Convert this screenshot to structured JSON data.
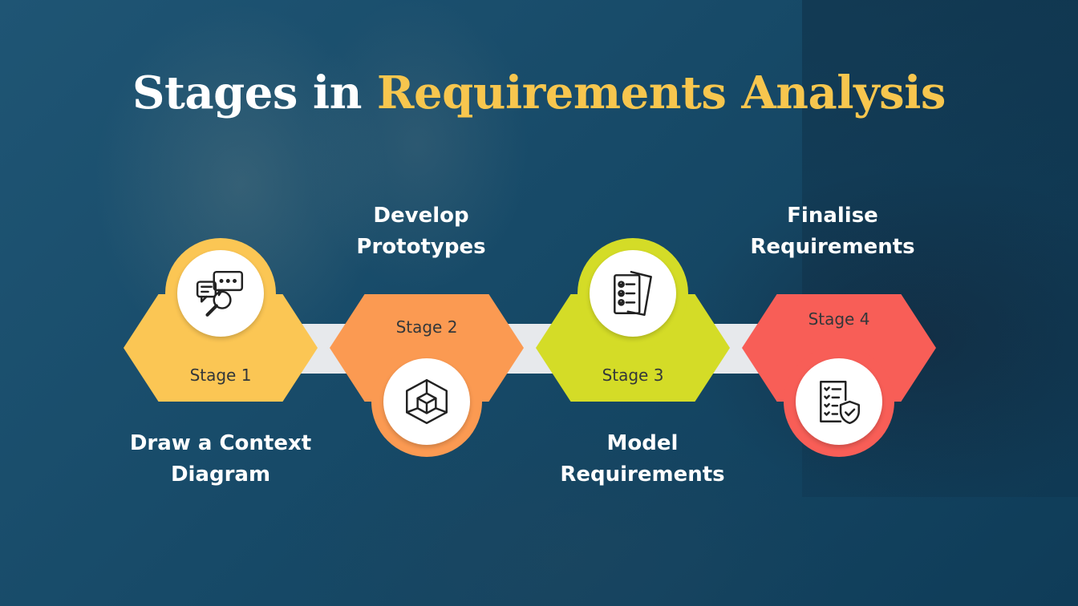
{
  "title": {
    "part1": "Stages in",
    "part2": "Requirements Analysis"
  },
  "colors": {
    "background": "#1a4a66",
    "title_highlight": "#f7c64e",
    "connector": "#e7e9ec",
    "stage1": "#fbc654",
    "stage2": "#fb9a52",
    "stage3": "#d4dc27",
    "stage4": "#f85e57"
  },
  "stages": [
    {
      "stage": "Stage 1",
      "lines": [
        "Draw a Context",
        "Diagram"
      ],
      "icon": "chat-search-icon"
    },
    {
      "stage": "Stage 2",
      "lines": [
        "Develop",
        "Prototypes"
      ],
      "icon": "cube-icon"
    },
    {
      "stage": "Stage 3",
      "lines": [
        "Model",
        "Requirements"
      ],
      "icon": "checklist-documents-icon"
    },
    {
      "stage": "Stage 4",
      "lines": [
        "Finalise",
        "Requirements"
      ],
      "icon": "checklist-shield-icon"
    }
  ]
}
